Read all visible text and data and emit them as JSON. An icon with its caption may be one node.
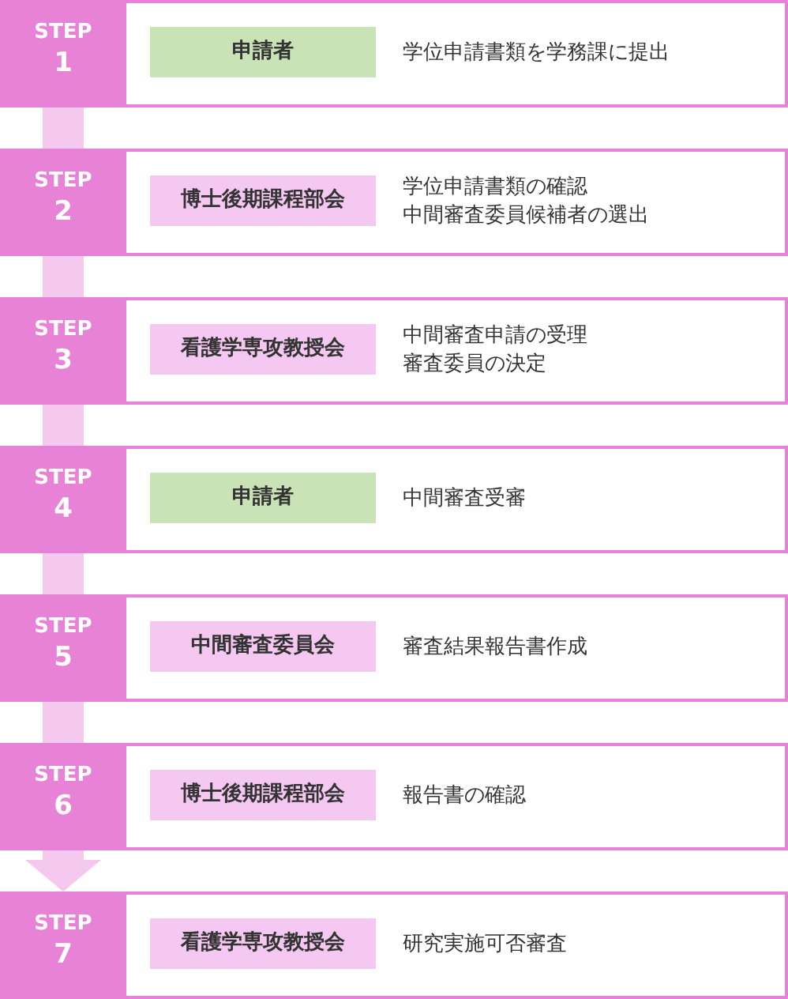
{
  "diagram": {
    "nodes": [
      {
        "text": [
          "STEP",
          "1"
        ]
      },
      {
        "text": [
          "学位申請書類を学務課に提出"
        ]
      },
      {
        "text": [
          "申請者"
        ],
        "in": 1
      },
      {
        "text": [
          "STEP",
          "2"
        ]
      },
      {
        "text": [
          "学位申請書類の確認",
          "中間審査委員候補者の選出"
        ]
      },
      {
        "text": [
          "博士後期課程部会"
        ],
        "in": 4
      },
      {
        "text": [
          "STEP",
          "3"
        ]
      },
      {
        "text": [
          "中間審査申請の受理",
          "審査委員の決定"
        ]
      },
      {
        "text": [
          "看護学専攻教授会"
        ],
        "in": 7
      },
      {
        "text": [
          "STEP",
          "4"
        ]
      },
      {
        "text": [
          "中間審査受審"
        ]
      },
      {
        "text": [
          "申請者"
        ],
        "in": 10
      },
      {
        "text": [
          "STEP",
          "5"
        ]
      },
      {
        "text": [
          "審査結果報告書作成"
        ]
      },
      {
        "text": [
          "中間審査委員会"
        ],
        "in": 13
      },
      {
        "text": [
          "STEP",
          "6"
        ]
      },
      {
        "text": [
          "報告書の確認"
        ]
      },
      {
        "text": [
          "博士後期課程部会"
        ],
        "in": 16
      },
      {
        "text": [
          "STEP",
          "7"
        ]
      },
      {
        "text": [
          "研究実施可否審査"
        ]
      },
      {
        "text": [
          "看護学専攻教授会"
        ],
        "in": 19
      }
    ],
    "edges": [
      {
        "from": 0,
        "to": 3,
        "arrow": "none"
      },
      {
        "from": 3,
        "to": 6,
        "arrow": "none"
      },
      {
        "from": 6,
        "to": 9,
        "arrow": "none"
      },
      {
        "from": 9,
        "to": 12,
        "arrow": "none"
      },
      {
        "from": 12,
        "to": 15,
        "arrow": "none"
      },
      {
        "from": 15,
        "to": 18,
        "arrow": "to"
      }
    ]
  }
}
